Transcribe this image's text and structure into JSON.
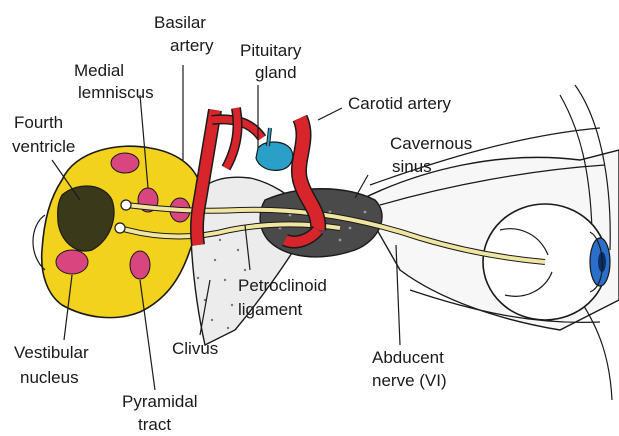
{
  "labels": {
    "basilar_artery": [
      "Basilar",
      "artery"
    ],
    "pituitary_gland": [
      "Pituitary",
      "gland"
    ],
    "medial_lemniscus": [
      "Medial",
      "lemniscus"
    ],
    "carotid_artery": [
      "Carotid artery"
    ],
    "fourth_ventricle": [
      "Fourth",
      "ventricle"
    ],
    "cavernous_sinus": [
      "Cavernous",
      "sinus"
    ],
    "petroclinoid_ligament": [
      "Petroclinoid",
      "ligament"
    ],
    "vestibular_nucleus": [
      "Vestibular",
      "nucleus"
    ],
    "clivus": [
      "Clivus"
    ],
    "abducent_nerve": [
      "Abducent",
      "nerve (VI)"
    ],
    "pyramidal_tract": [
      "Pyramidal",
      "tract"
    ]
  },
  "colors": {
    "brainstem": "#f2d21c",
    "nucleus": "#d9457e",
    "artery": "#d8242b",
    "gland": "#2aa0c8",
    "nerve": "#f0e6a0",
    "sinus": "#3b3b3b",
    "bone": "#e8e8e8",
    "iris": "#2a6fc9",
    "outline": "#1a1a1a"
  }
}
